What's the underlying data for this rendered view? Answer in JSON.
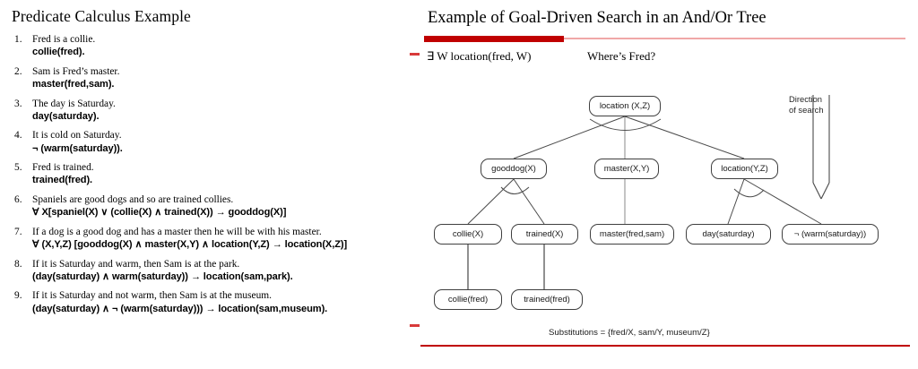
{
  "left": {
    "title": "Predicate Calculus Example",
    "facts": [
      {
        "num": "1.",
        "prose": "Fred is a collie.",
        "logic": "collie(fred)."
      },
      {
        "num": "2.",
        "prose": "Sam is Fred’s master.",
        "logic": "master(fred,sam)."
      },
      {
        "num": "3.",
        "prose": "The day is Saturday.",
        "logic": "day(saturday)."
      },
      {
        "num": "4.",
        "prose": "It is cold on Saturday.",
        "logic": "¬ (warm(saturday))."
      },
      {
        "num": "5.",
        "prose": "Fred is trained.",
        "logic": "trained(fred)."
      },
      {
        "num": "6.",
        "prose": "Spaniels are good dogs and so are trained collies.",
        "logic": "∀ X[spaniel(X) ∨ (collie(X) ∧ trained(X)) → gooddog(X)]"
      },
      {
        "num": "7.",
        "prose": "If a dog is a good dog and has a master then he will be with his master.",
        "logic": "∀ (X,Y,Z) [gooddog(X) ∧ master(X,Y) ∧ location(Y,Z) → location(X,Z)]"
      },
      {
        "num": "8.",
        "prose": "If it is Saturday and warm, then Sam is at the park.",
        "logic": "(day(saturday) ∧ warm(saturday)) → location(sam,park)."
      },
      {
        "num": "9.",
        "prose": "If it is Saturday and not warm, then Sam is at the museum.",
        "logic": "(day(saturday) ∧ ¬ (warm(saturday))) → location(sam,museum)."
      }
    ]
  },
  "right": {
    "title": "Example of Goal-Driven Search in an And/Or Tree",
    "goal_query": "∃ W location(fred, W)",
    "goal_question": "Where’s Fred?",
    "direction_label": "Direction\nof search",
    "caption": "Substitutions = {fred/X, sam/Y, museum/Z}",
    "nodes": {
      "root": "location (X,Z)",
      "gooddog": "gooddog(X)",
      "master_xy": "master(X,Y)",
      "location_yz": "location(Y,Z)",
      "collie_x": "collie(X)",
      "trained_x": "trained(X)",
      "master_fred_sam": "master(fred,sam)",
      "day_saturday": "day(saturday)",
      "not_warm_saturday": "¬ (warm(saturday))",
      "collie_fred": "collie(fred)",
      "trained_fred": "trained(fred)"
    }
  },
  "colors": {
    "rule_thick": "#C00000",
    "rule_thin": "#F0A8A8",
    "bottom_rule": "#C00000",
    "dash": "#D83A3A",
    "node_border": "#3F3F3F",
    "tree_line": "#4A4A4A"
  }
}
